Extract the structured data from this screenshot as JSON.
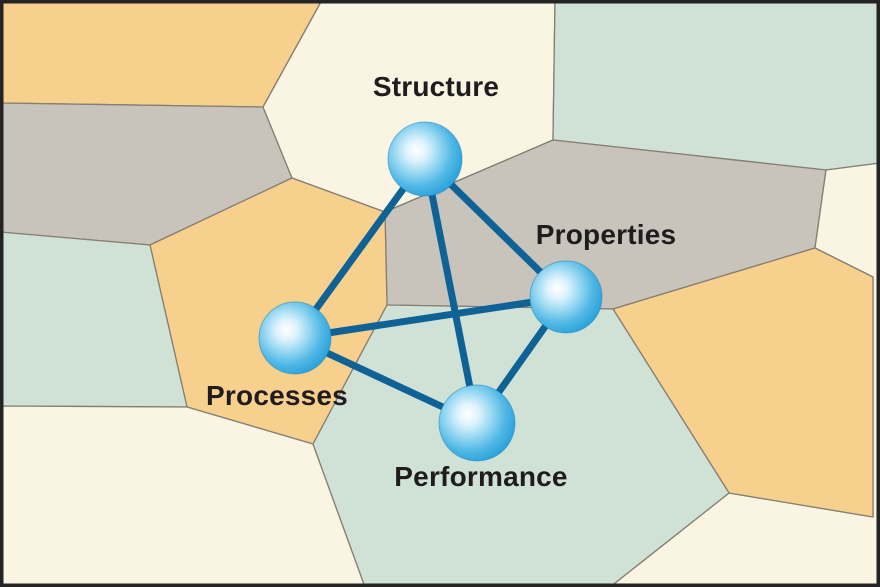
{
  "diagram": {
    "type": "network",
    "description": "Materials paradigm tetrahedron over polycrystalline grain background",
    "nodes": [
      {
        "id": "structure",
        "label": "Structure"
      },
      {
        "id": "properties",
        "label": "Properties"
      },
      {
        "id": "processes",
        "label": "Processes"
      },
      {
        "id": "performance",
        "label": "Performance"
      }
    ],
    "edges": [
      {
        "from": "structure",
        "to": "processes"
      },
      {
        "from": "structure",
        "to": "performance"
      },
      {
        "from": "structure",
        "to": "properties"
      },
      {
        "from": "processes",
        "to": "properties"
      },
      {
        "from": "processes",
        "to": "performance"
      },
      {
        "from": "properties",
        "to": "performance"
      }
    ],
    "colors": {
      "edge": "#0E6296",
      "node_rim": "#1C87C3",
      "node_core": "#FFFFFF",
      "label_text": "#1F1C1D",
      "cell_border": "#857F73",
      "frame": "#242424",
      "cells": {
        "tan": "#F6D08C",
        "cream": "#FAF4E3",
        "gray": "#C8C3BB",
        "green": "#D0E2D6"
      }
    }
  }
}
